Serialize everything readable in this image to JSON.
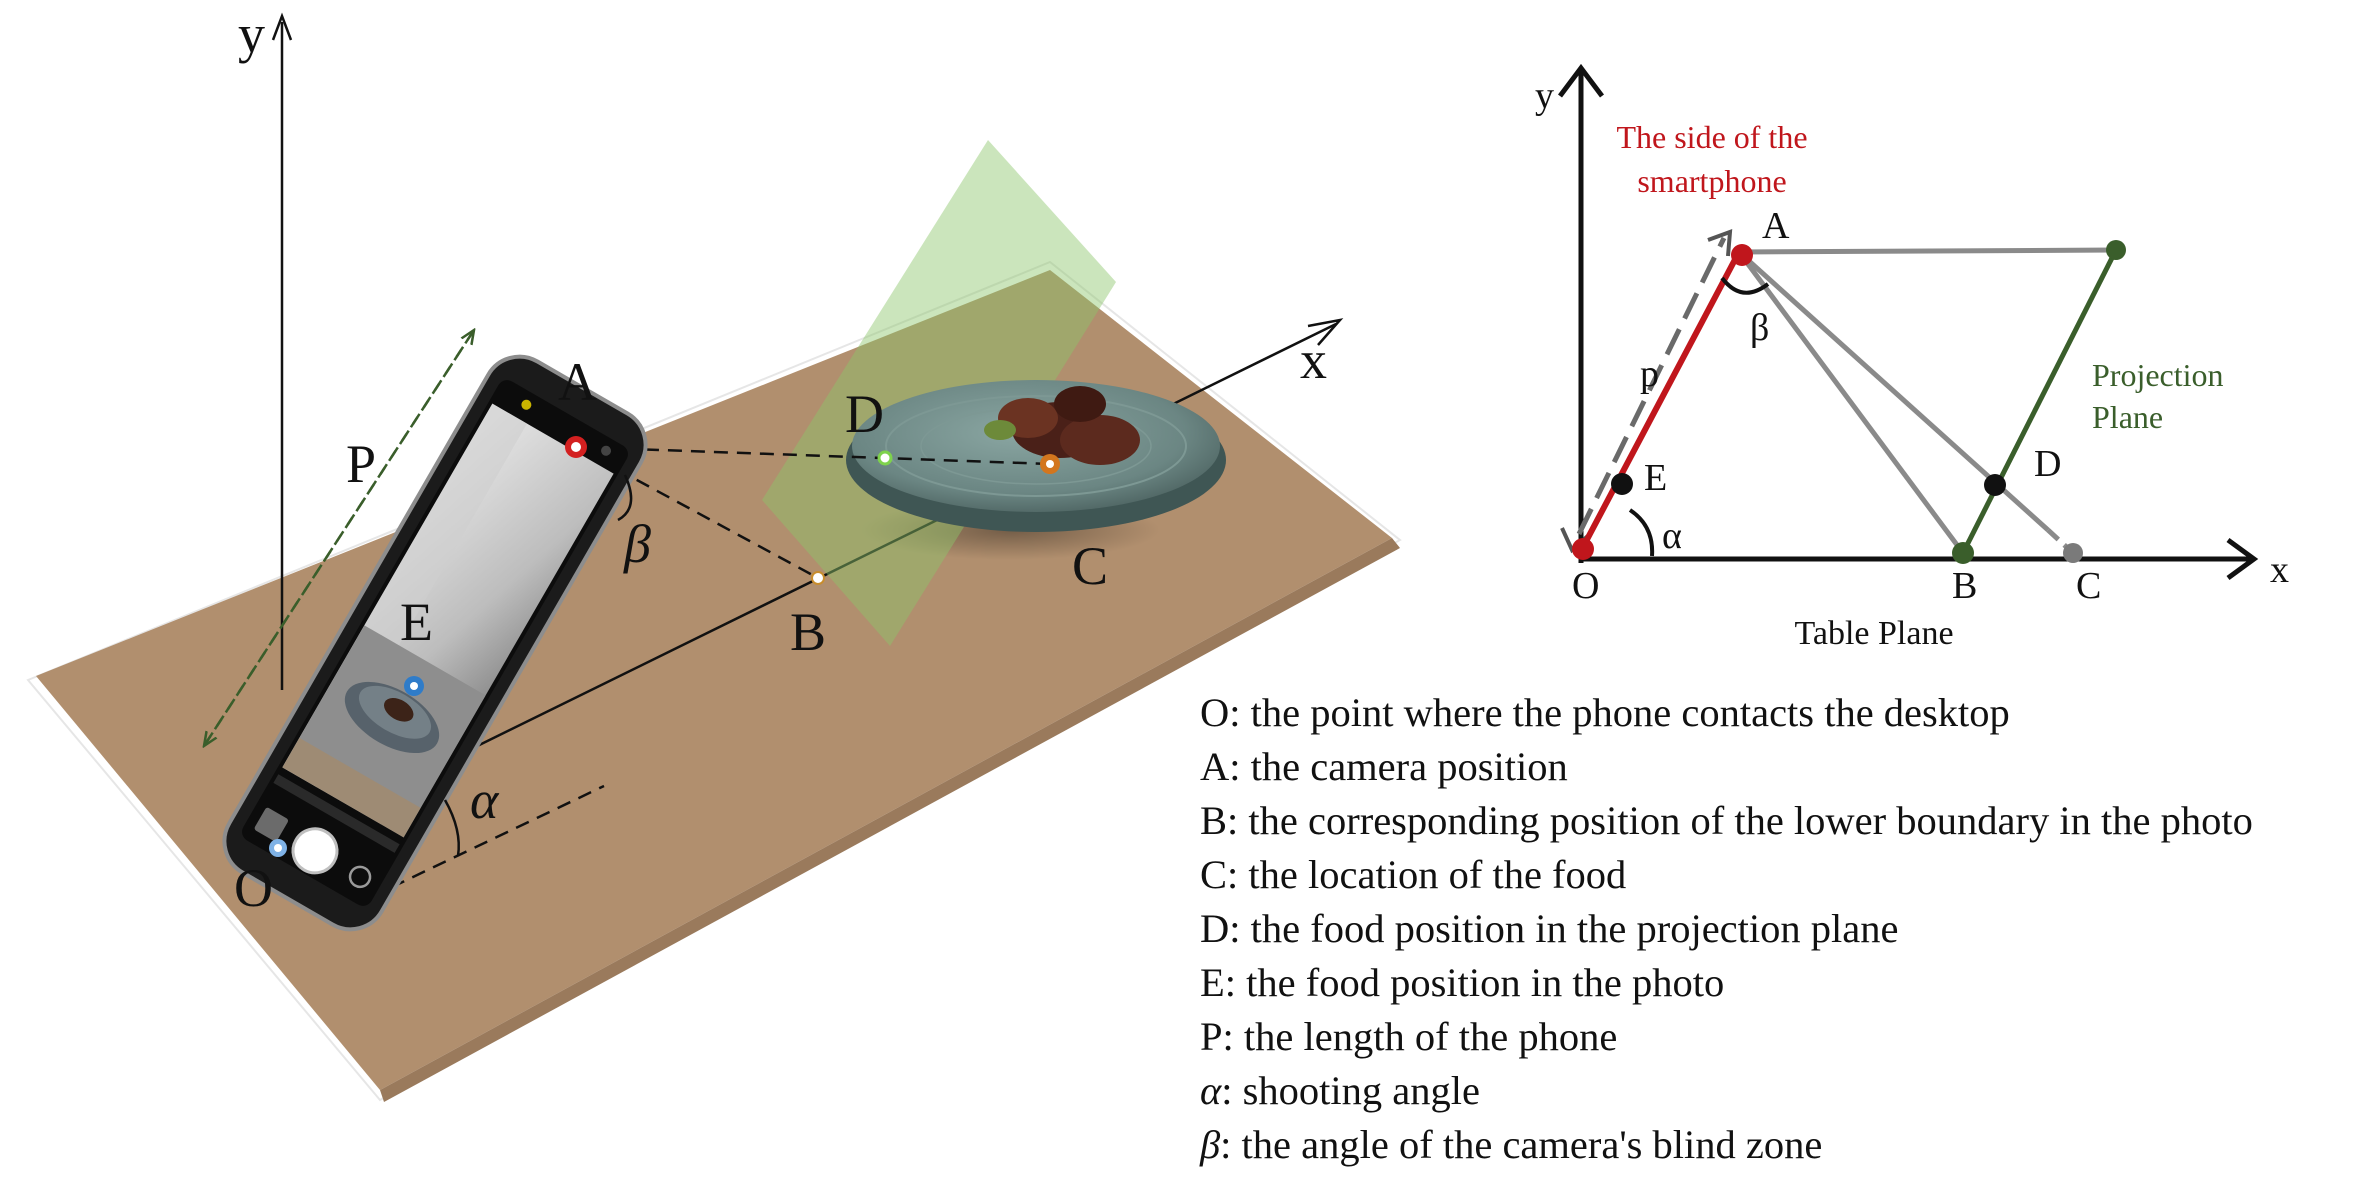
{
  "left_figure": {
    "axis_labels": {
      "y": "y",
      "x": "x"
    },
    "point_labels": {
      "A": "A",
      "B": "B",
      "C": "C",
      "D": "D",
      "E": "E",
      "O": "O",
      "P": "P"
    },
    "angle_labels": {
      "alpha": "α",
      "beta": "β"
    }
  },
  "right_figure": {
    "axis_labels": {
      "y": "y",
      "x": "x"
    },
    "phone_side_label": [
      "The side of the",
      "smartphone"
    ],
    "projection_plane_label": [
      "Projection",
      "Plane"
    ],
    "table_plane_label": "Table Plane",
    "point_labels": {
      "A": "A",
      "B": "B",
      "C": "C",
      "D": "D",
      "E": "E",
      "O": "O",
      "p": "p"
    },
    "angle_labels": {
      "alpha": "α",
      "beta": "β"
    }
  },
  "legend": [
    {
      "key": "O",
      "text": ": the point where the phone contacts the desktop"
    },
    {
      "key": "A",
      "text": ": the camera position"
    },
    {
      "key": "B",
      "text": ": the corresponding position of the lower boundary in the photo"
    },
    {
      "key": "C",
      "text": ": the location of the food"
    },
    {
      "key": "D",
      "text": ": the food position in the projection plane"
    },
    {
      "key": "E",
      "text": ": the food position in the photo"
    },
    {
      "key": "P",
      "text": ": the length of the phone"
    },
    {
      "key": "α",
      "text": ": shooting angle"
    },
    {
      "key": "β",
      "text": ": the angle of the camera's blind zone"
    }
  ],
  "colors": {
    "table": "#b18f6e",
    "projection_plane": "#8cc66a",
    "phone_side": "#c0161c",
    "projection_line": "#3a5e2b",
    "gray_line": "#8a8a8a"
  }
}
